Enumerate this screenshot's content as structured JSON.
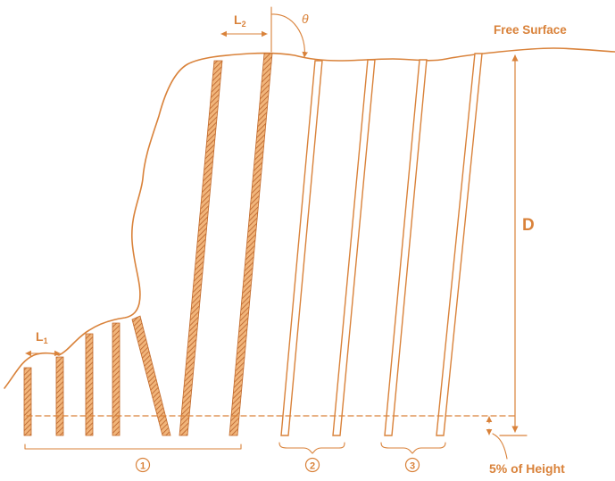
{
  "labels": {
    "free_surface": "Free Surface",
    "theta": "θ",
    "l1_main": "L",
    "l1_sub": "1",
    "l2_main": "L",
    "l2_sub": "2",
    "depth": "D",
    "group_1": "1",
    "group_2": "2",
    "group_3": "3",
    "height_pct": "5% of Height"
  },
  "colors": {
    "ink": "#d9823a",
    "hatch": "#c2692a",
    "background": "#ffffff"
  }
}
